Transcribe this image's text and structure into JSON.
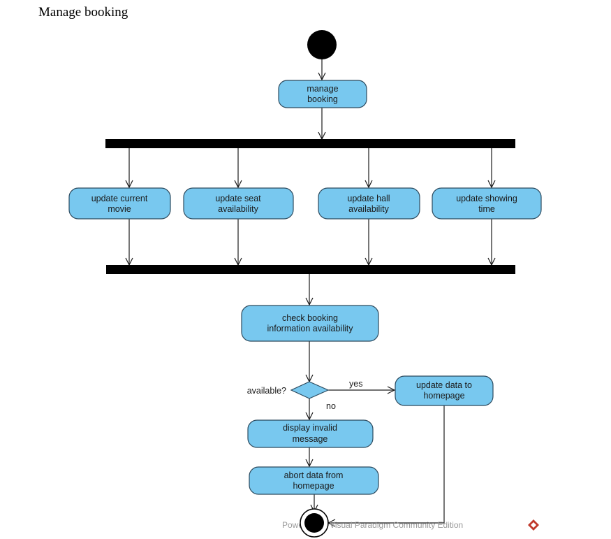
{
  "page": {
    "title": "Manage booking"
  },
  "diagram": {
    "nodes": {
      "manage_booking": [
        "manage",
        "booking"
      ],
      "update_current_movie": [
        "update current",
        "movie"
      ],
      "update_seat_availability": [
        "update seat",
        "availability"
      ],
      "update_hall_availability": [
        "update hall",
        "availability"
      ],
      "update_showing_time": [
        "update showing",
        "time"
      ],
      "check_booking_info": [
        "check booking",
        "information availability"
      ],
      "update_data_homepage": [
        "update data to",
        "homepage"
      ],
      "display_invalid_message": [
        "display invalid",
        "message"
      ],
      "abort_data_homepage": [
        "abort data from",
        "homepage"
      ]
    },
    "decision": {
      "question": "available?",
      "yes_label": "yes",
      "no_label": "no"
    },
    "watermark": "Powered By Visual Paradigm Community Edition"
  },
  "colors": {
    "action_fill": "#78c8ef",
    "action_stroke": "#2c4a5e",
    "bar_fill": "#000000",
    "line": "#1a1a1a",
    "watermark_logo": "#c0392b"
  }
}
